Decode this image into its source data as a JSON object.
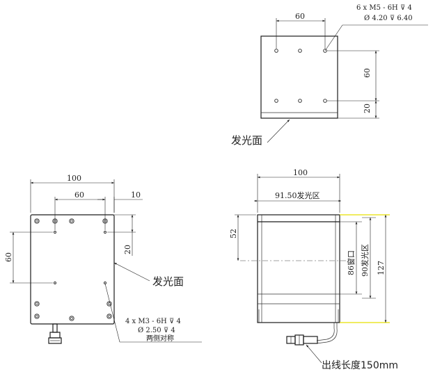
{
  "top_view": {
    "dim_60": "60",
    "dim_60_vertical": "60",
    "dim_20": "20",
    "thread_line1": "6 x  M5 - 6H ⊽ 4",
    "thread_line2": "Ø 4.20 ⊽ 6.40",
    "light_face": "发光面"
  },
  "side_view": {
    "dim_100": "100",
    "dim_60": "60",
    "dim_10": "10",
    "dim_60_vertical": "60",
    "dim_20": "20",
    "light_face": "发光面",
    "thread_line1": "4 x  M3 - 6H ⊽ 4",
    "thread_line2": "Ø 2.50 ⊽ 4",
    "thread_line3": "两侧对称"
  },
  "front_view": {
    "dim_100": "100",
    "dim_emit_width": "91.50发光区",
    "dim_52": "52",
    "dim_window": "86窗口",
    "dim_emit_height": "90发光区",
    "dim_127": "127",
    "cable_length": "出线长度150mm"
  },
  "colors": {
    "line": "#1a1a1a",
    "highlight_yellow": "#e8e000"
  }
}
